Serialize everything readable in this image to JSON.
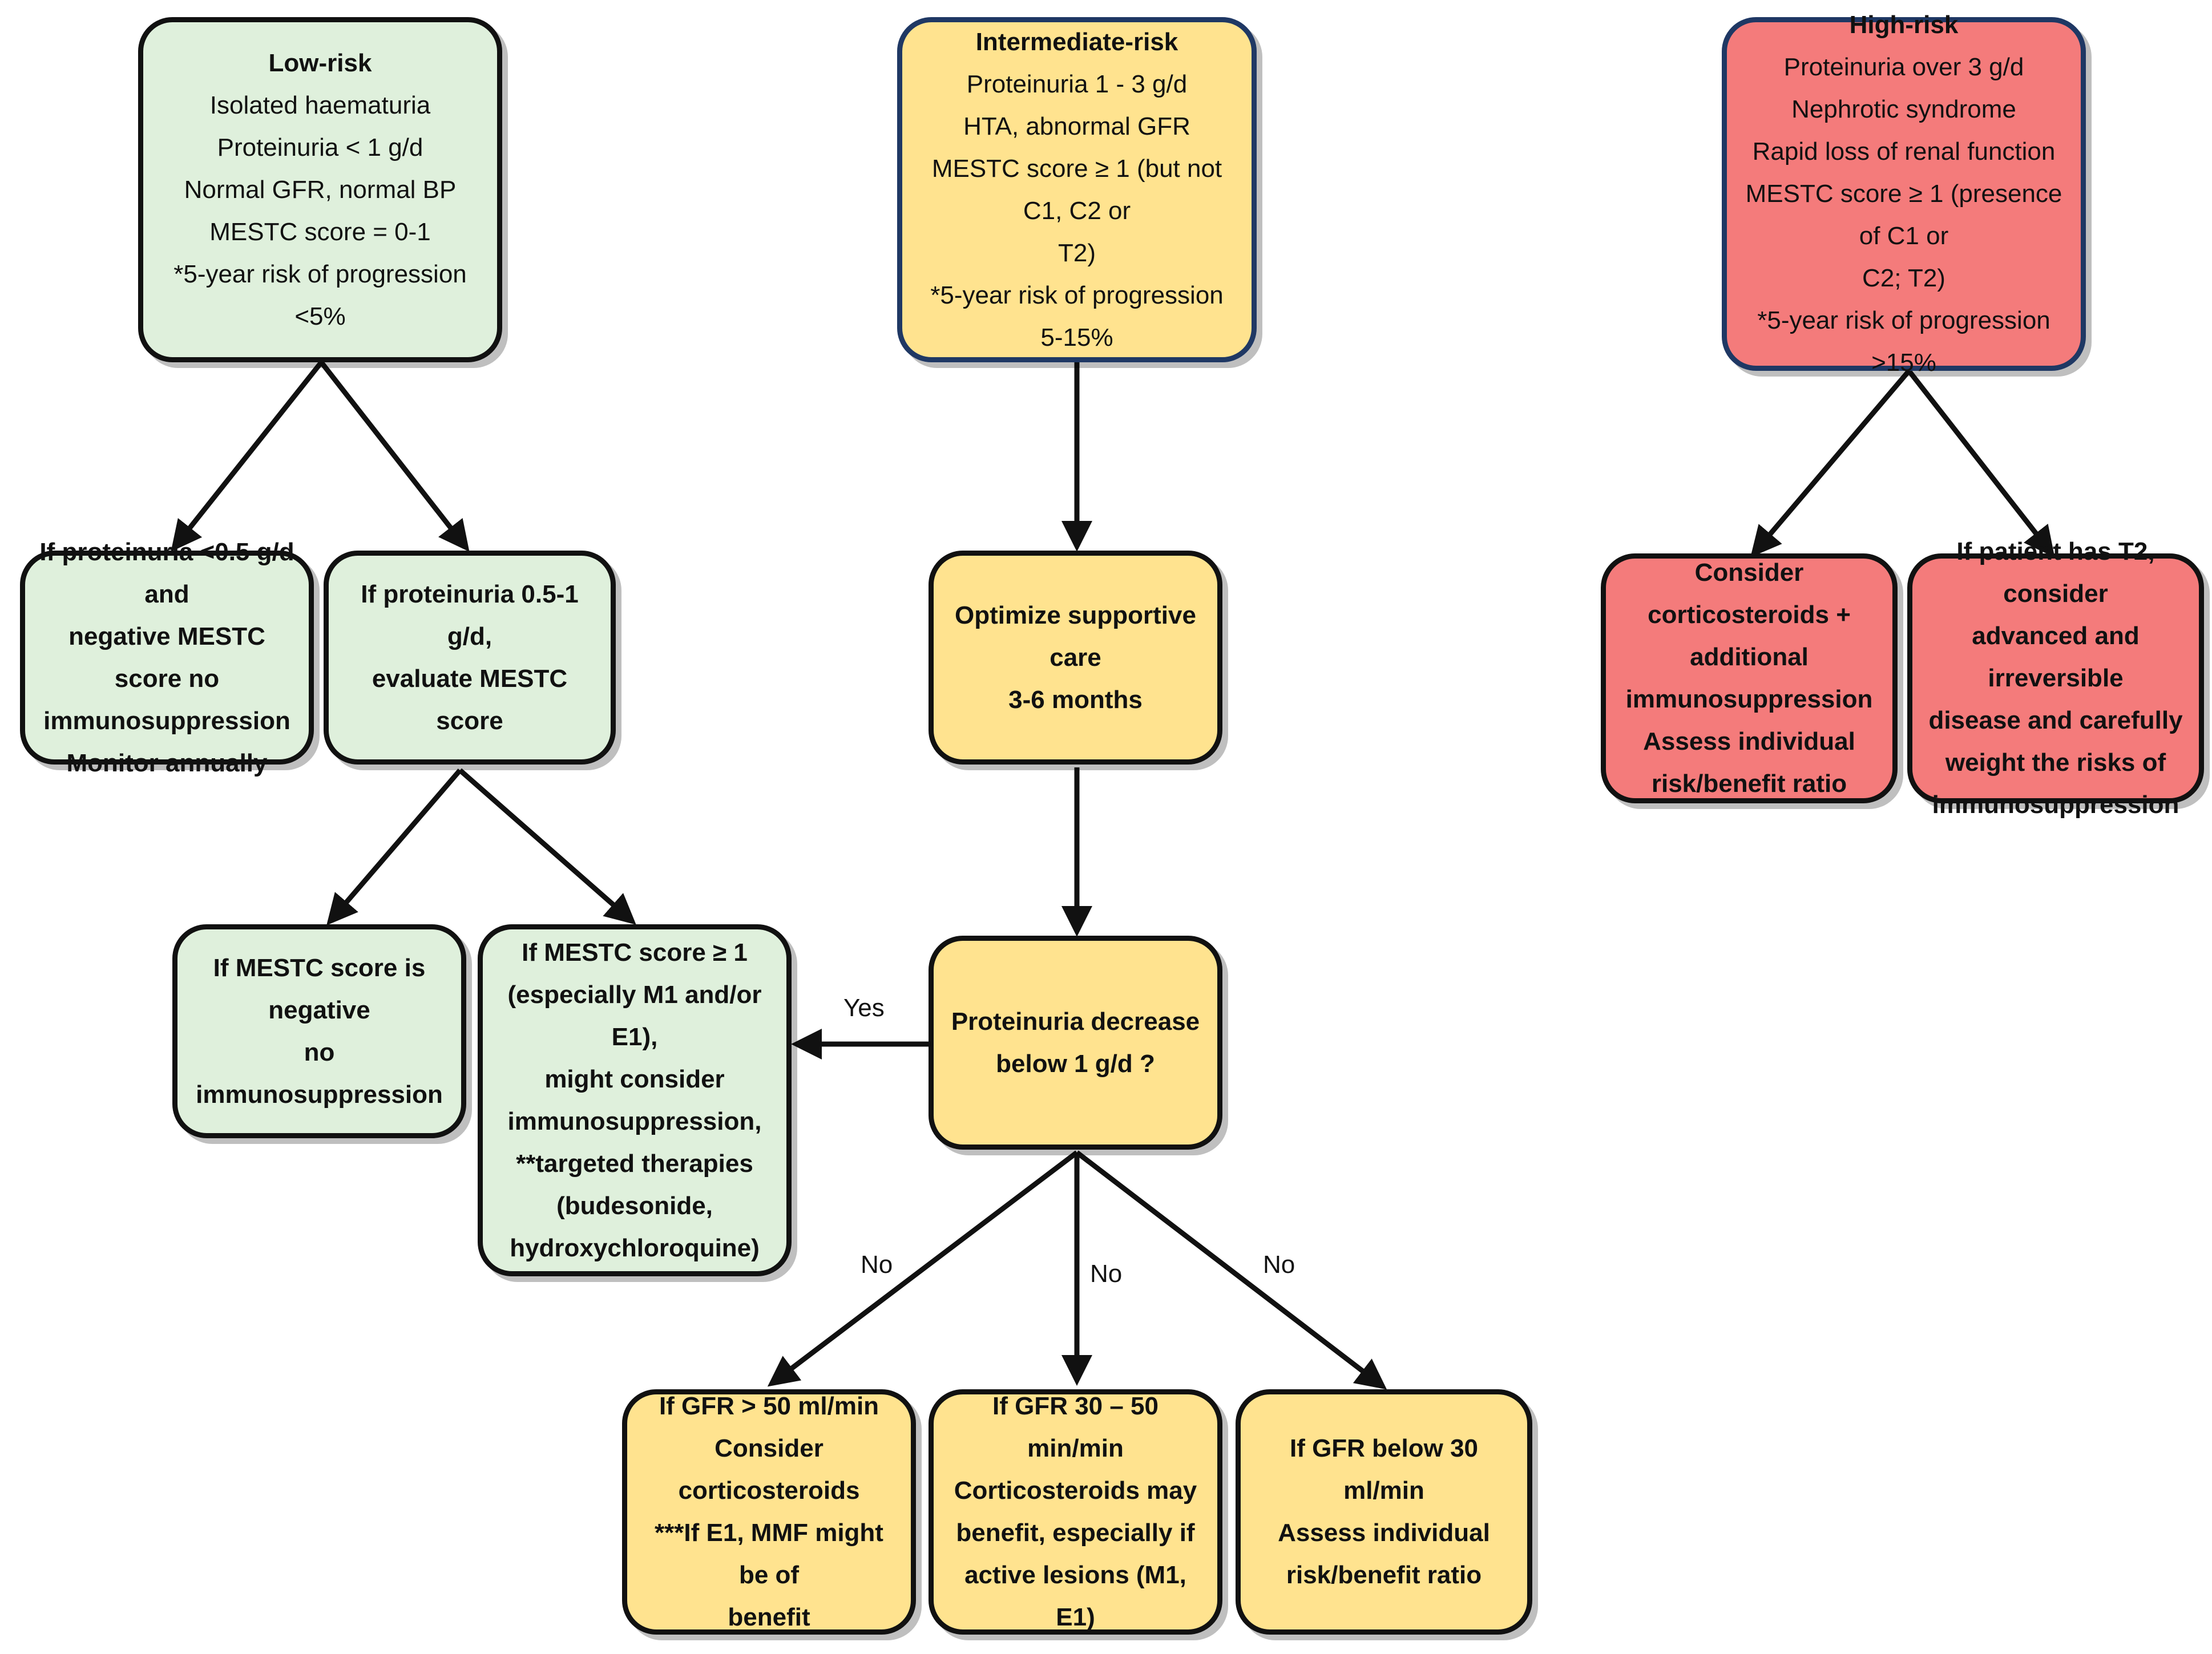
{
  "colors": {
    "low": "#dff0dc",
    "intermediate": "#ffe38f",
    "high": "#f47b7b",
    "stroke": "#111111",
    "intermediate_border": "#1f3864"
  },
  "low_risk": {
    "title": "Low-risk",
    "lines": [
      "Isolated haematuria",
      "Proteinuria < 1 g/d",
      "Normal GFR, normal BP",
      "MESTC score = 0-1",
      "*5-year risk of progression <5%"
    ]
  },
  "intermediate_risk": {
    "title": "Intermediate-risk",
    "lines": [
      "Proteinuria 1 - 3 g/d",
      "HTA, abnormal GFR",
      "MESTC score ≥ 1 (but not C1, C2 or",
      "T2)",
      "*5-year risk of progression 5-15%"
    ]
  },
  "high_risk": {
    "title": "High-risk",
    "lines": [
      "Proteinuria over 3 g/d",
      "Nephrotic syndrome",
      "Rapid loss of renal function",
      "MESTC score ≥ 1 (presence of C1 or",
      "C2; T2)",
      "*5-year risk of progression >15%"
    ]
  },
  "low_a": {
    "lines": [
      "If proteinuria <0.5 g/d and",
      "negative MESTC score no",
      "immunosuppression",
      "Monitor annually"
    ]
  },
  "low_b": {
    "lines": [
      "If proteinuria 0.5-1 g/d,",
      "evaluate MESTC score"
    ]
  },
  "low_b1": {
    "lines": [
      "If MESTC score is negative",
      "no immunosuppression"
    ]
  },
  "low_b2": {
    "lines": [
      "If MESTC score ≥ 1",
      "(especially M1 and/or E1),",
      "might consider",
      "immunosuppression,",
      "**targeted therapies",
      "(budesonide,",
      "hydroxychloroquine)"
    ]
  },
  "supportive": {
    "lines": [
      "Optimize supportive care",
      "3-6 months"
    ]
  },
  "decrease": {
    "lines": [
      "Proteinuria decrease",
      "below 1 g/d ?"
    ]
  },
  "gfr_high": {
    "lines": [
      "If GFR > 50 ml/min",
      "Consider corticosteroids",
      "***If E1, MMF might be of",
      "benefit"
    ]
  },
  "gfr_mid": {
    "lines": [
      "If GFR 30 – 50 min/min",
      "Corticosteroids may",
      "benefit, especially if",
      "active lesions (M1, E1)"
    ]
  },
  "gfr_low": {
    "lines": [
      "If GFR below 30 ml/min",
      "Assess individual",
      "risk/benefit ratio"
    ]
  },
  "high_a": {
    "lines": [
      "Consider corticosteroids +",
      "additional",
      "immunosuppression",
      "Assess individual",
      "risk/benefit ratio"
    ]
  },
  "high_b": {
    "lines": [
      "If patient has T2, consider",
      "advanced and irreversible",
      "disease and carefully",
      "weight the risks of",
      "immunosuppression"
    ]
  },
  "edge_labels": {
    "yes": "Yes",
    "no_left": "No",
    "no_center": "No",
    "no_right": "No"
  }
}
